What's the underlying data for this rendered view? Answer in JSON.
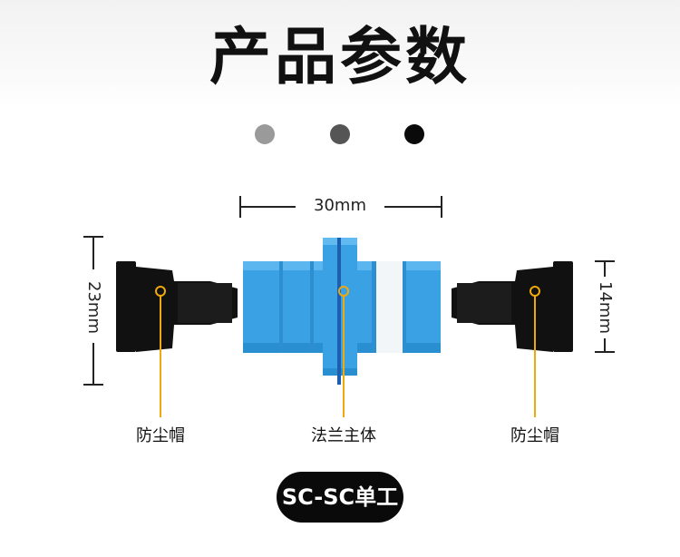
{
  "header": {
    "title": "产品参数"
  },
  "indicator": {
    "dots": [
      "#9a9a9a",
      "#555555",
      "#0a0a0a"
    ]
  },
  "dimensions": {
    "width": "30mm",
    "left_height": "23mm",
    "right_height": "14mm"
  },
  "labels": {
    "left_part": "防尘帽",
    "center_part": "法兰主体",
    "right_part": "防尘帽"
  },
  "badge": {
    "text": "SC-SC单工"
  },
  "colors": {
    "adapter_blue": "#3aa2e4",
    "dust_cap": "#111111",
    "callout": "#f0a90a"
  }
}
